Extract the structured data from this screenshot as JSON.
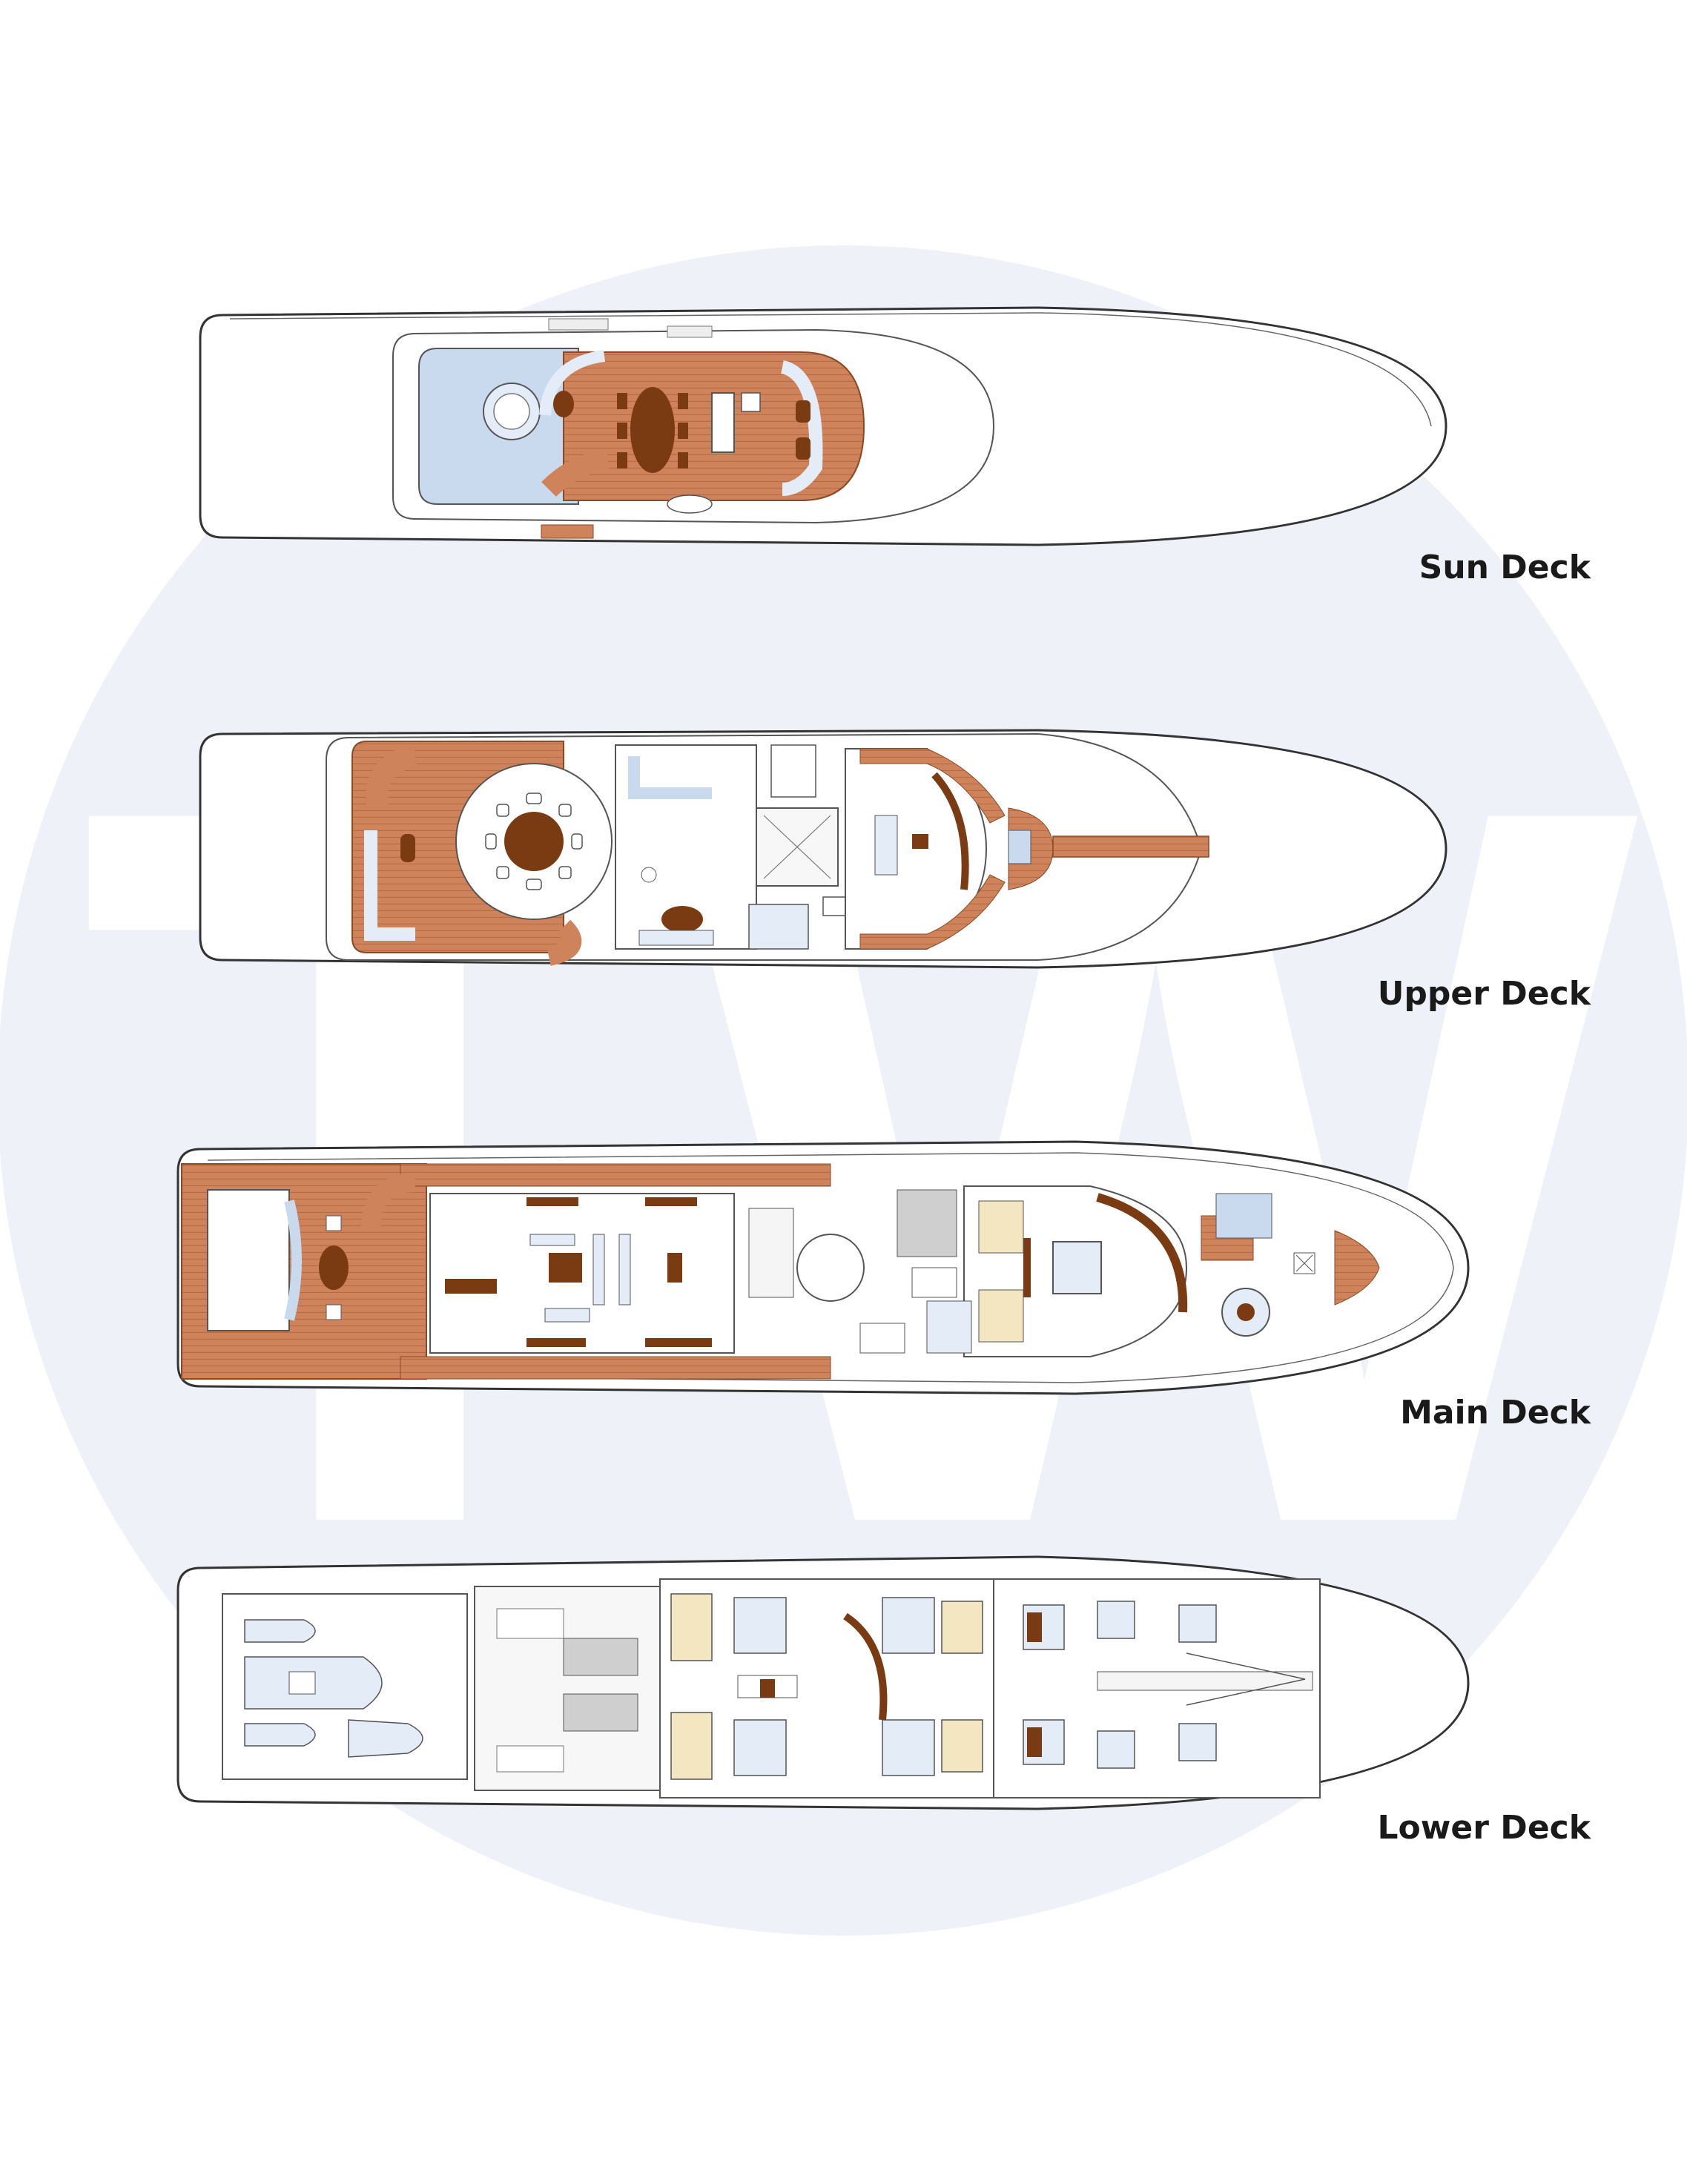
{
  "watermark": {
    "text": "TW",
    "circle_color": "#eef2f8",
    "letter_color": "#ffffff"
  },
  "colors": {
    "outline": "#333333",
    "teak": "#cf835a",
    "teak_line": "#b86a44",
    "furniture": "#7a3a12",
    "pool": "#c9d9ee",
    "pale_blue": "#e3ecf7",
    "cream": "#f3e6c0",
    "gray": "#cfcfcf",
    "white": "#ffffff"
  },
  "decks": [
    {
      "id": "sun",
      "label": "Sun Deck"
    },
    {
      "id": "upper",
      "label": "Upper Deck"
    },
    {
      "id": "main",
      "label": "Main Deck"
    },
    {
      "id": "lower",
      "label": "Lower Deck"
    }
  ]
}
